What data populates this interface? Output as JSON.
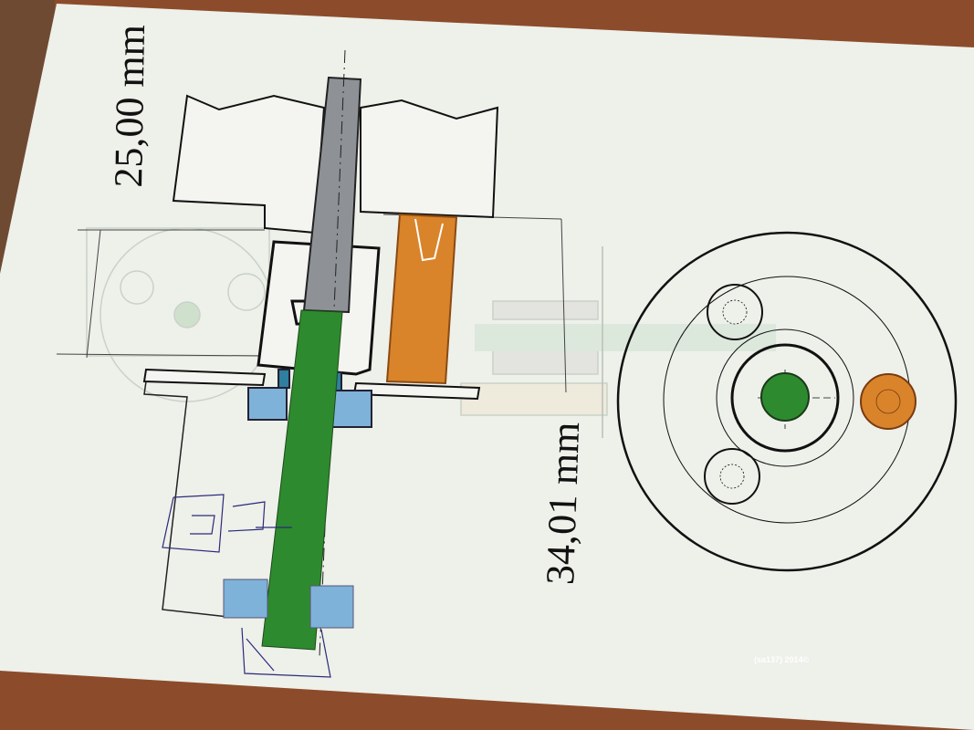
{
  "dimensions": {
    "top": "25,00 mm",
    "bottom": "34,01 mm"
  },
  "watermark": "(sa137) 2014©",
  "colors": {
    "desk": "#8a4a2a",
    "paper": "#eef0ea",
    "shaft_gray": "#8e9296",
    "shaft_green": "#2e8a2e",
    "bushing_orange": "#d9842a",
    "bearing_blue": "#7fb2d8",
    "line": "#1a1a1a"
  }
}
